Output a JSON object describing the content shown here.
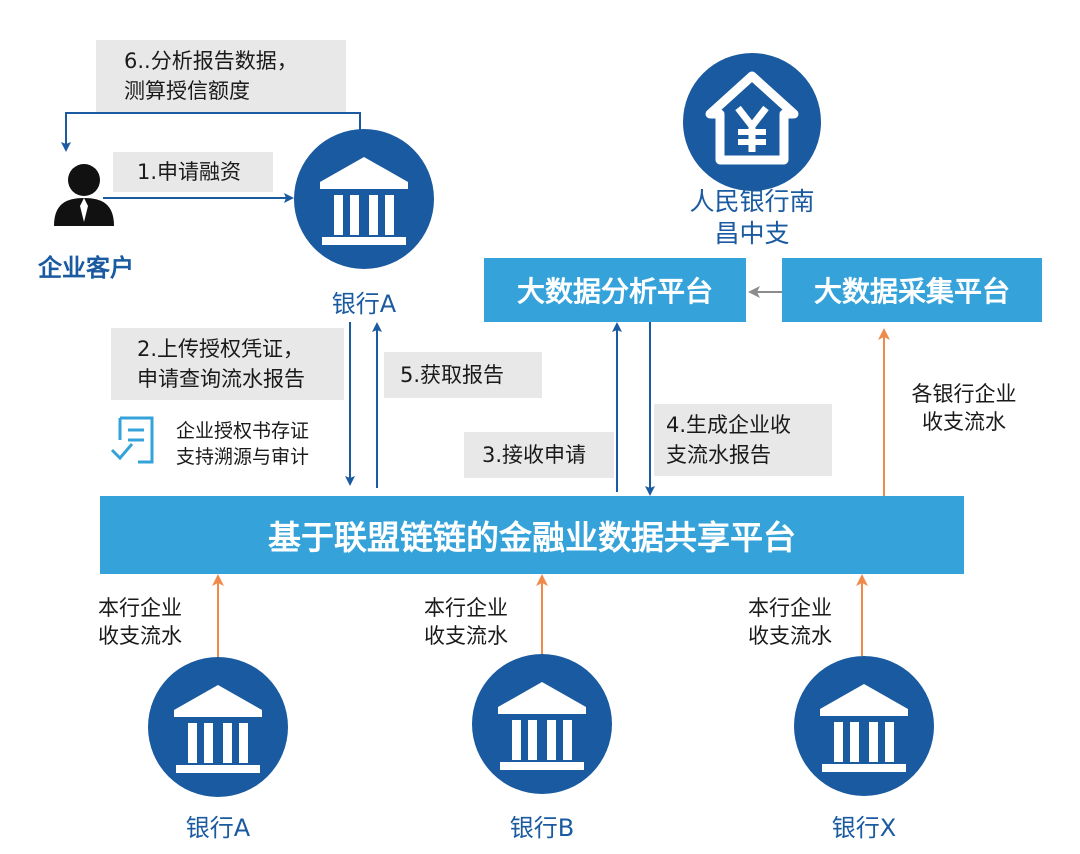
{
  "steps": {
    "step6_line1": "6..分析报告数据，",
    "step6_line2": "测算授信额度",
    "step1": "1.申请融资",
    "step2_line1": "2.上传授权凭证，",
    "step2_line2": "申请查询流水报告",
    "step5": "5.获取报告",
    "step3": "3.接收申请",
    "step4_line1": "4.生成企业收",
    "step4_line2": "支流水报告"
  },
  "nodes": {
    "customer": "企业客户",
    "bank_a_top": "银行A",
    "pbc_line1": "人民银行南",
    "pbc_line2": "昌中支",
    "analysis_platform": "大数据分析平台",
    "collection_platform": "大数据采集平台",
    "main_platform": "基于联盟链链的金融业数据共享平台",
    "bank_a_bottom": "银行A",
    "bank_b_bottom": "银行B",
    "bank_x_bottom": "银行X"
  },
  "notes": {
    "auth_line1": "企业授权书存证",
    "auth_line2": "支持溯源与审计",
    "all_banks_line1": "各银行企业",
    "all_banks_line2": "收支流水",
    "bank_flow_line1": "本行企业",
    "bank_flow_line2": "收支流水"
  },
  "icons": {
    "customer": "person-icon",
    "bank": "bank-building-icon",
    "pbc": "yuan-house-icon",
    "document": "document-check-icon"
  },
  "colors": {
    "dark_blue": "#1a5aa0",
    "light_blue": "#35a3da",
    "orange": "#f08a4b",
    "gray_box": "#e8e8e8",
    "gray_arrow": "#8c8c8c"
  }
}
